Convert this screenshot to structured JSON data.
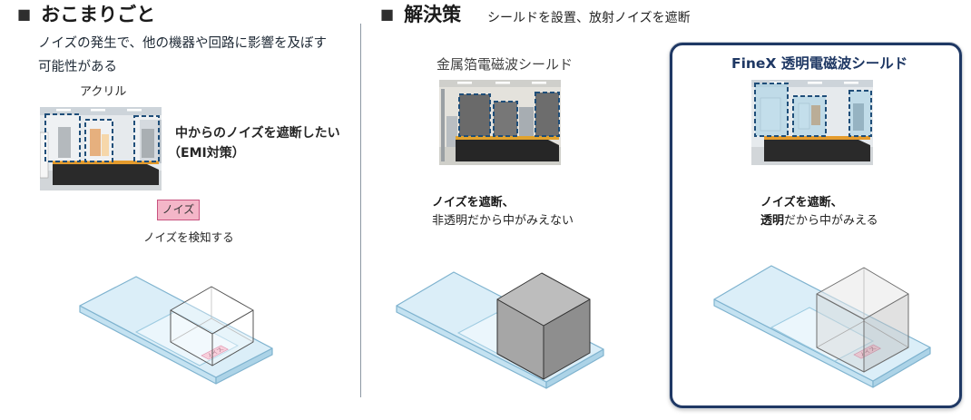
{
  "problem": {
    "bullet": "■",
    "title": "おこまりごと",
    "description_lines": [
      "ノイズの発生で、他の機器や回路に影響を及ぼす",
      "可能性がある"
    ],
    "photo_caption": "アクリル",
    "goal_lines": [
      "中からのノイズを遮断したい",
      "（EMI対策）"
    ],
    "noise_badge": "ノイズ",
    "detect_text": "ノイズを検知する",
    "diagram_label": "ノイズ"
  },
  "solution": {
    "bullet": "■",
    "title": "解決策",
    "subtitle": "シールドを設置、放射ノイズを遮断",
    "metal_foil": {
      "name": "金属箔電磁波シールド",
      "point": "ノイズを遮断、",
      "detail": "非透明だから中がみえない"
    },
    "finex": {
      "name": "FineX 透明電磁波シールド",
      "point": "ノイズを遮断、",
      "detail_emphasis": "透明",
      "detail_rest": "だから中がみえる",
      "diagram_label": "ノイズ"
    }
  },
  "colors": {
    "accent_navy": "#1f3864",
    "noise_pink": "#f4b6c8",
    "noise_pink_border": "#c8537f",
    "plate_blue": "#dbeef8",
    "plate_edge": "#7fb3cf",
    "metal_shield_gray": "#a6a6a6",
    "panel_dashed_blue": "#1f4e79"
  }
}
